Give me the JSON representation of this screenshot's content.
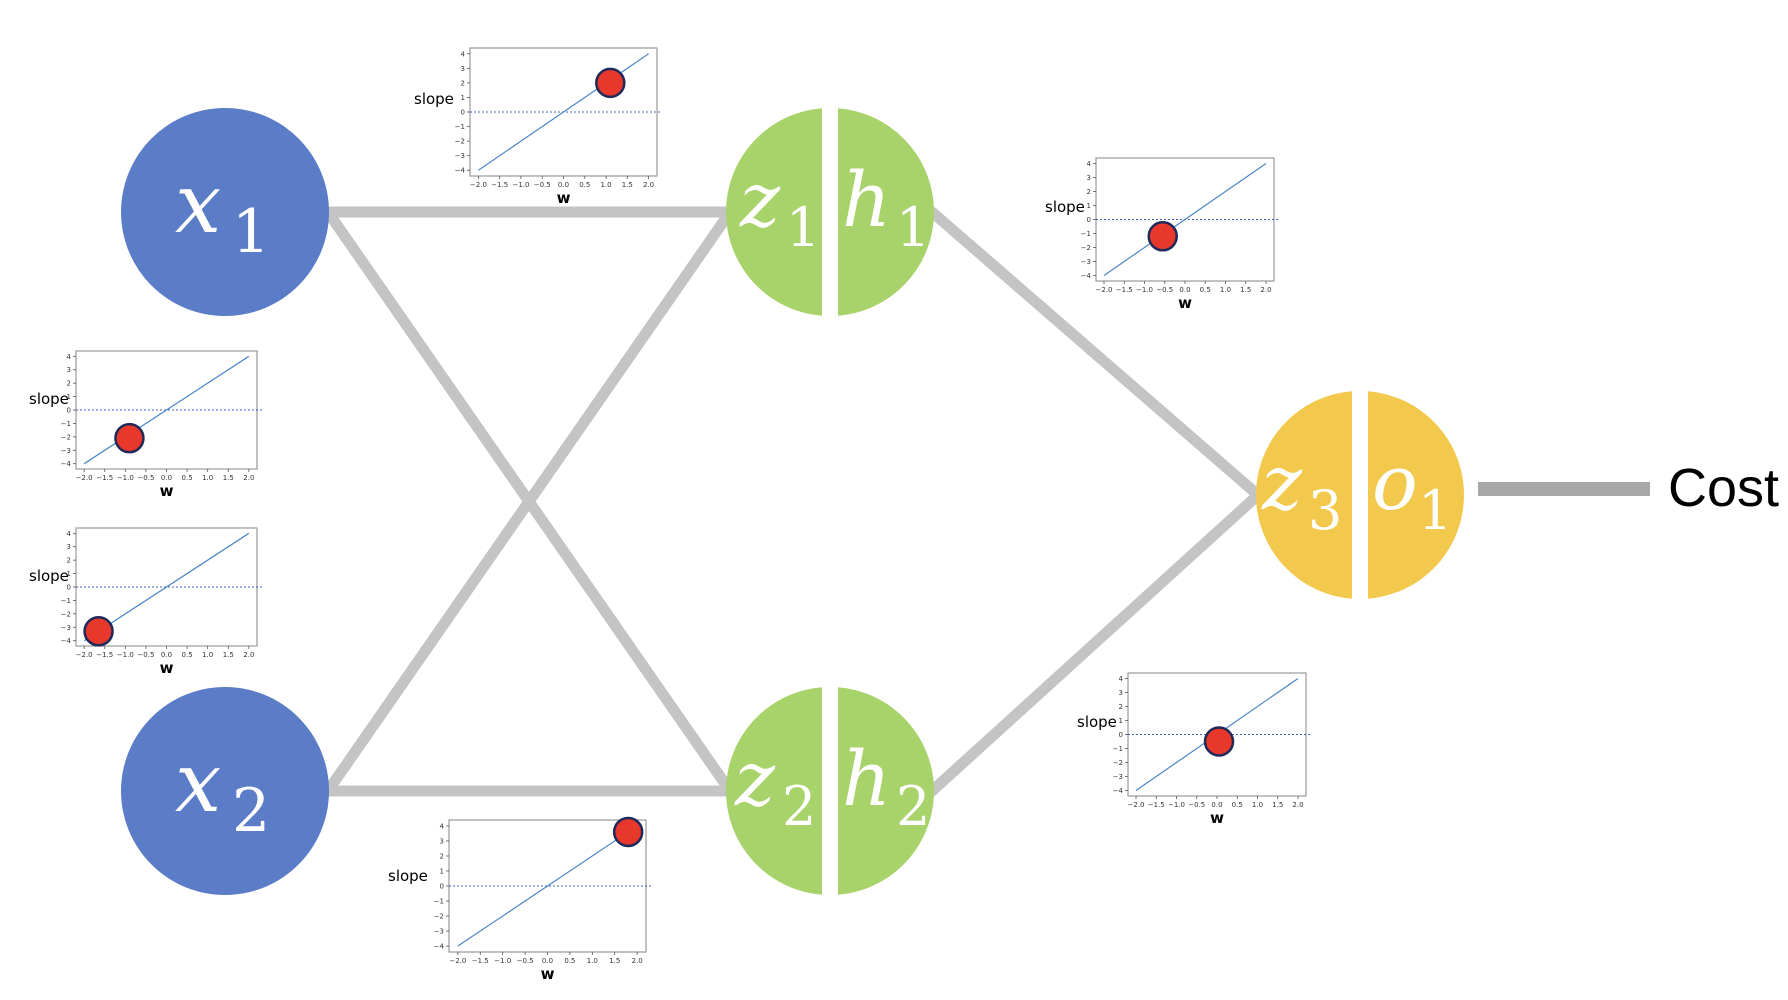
{
  "colors": {
    "input_node": "#5b7cc7",
    "hidden_node": "#a8d26a",
    "output_node": "#f2c94c",
    "edge": "#c4c4c4",
    "marker": "#e8382b",
    "marker_outline": "#1f2a5a",
    "line": "#4a86c8",
    "zero_line": "#3f5fbf"
  },
  "nodes": [
    {
      "id": "x1",
      "symbol": "x",
      "sub": "1",
      "kind": "input"
    },
    {
      "id": "x2",
      "symbol": "x",
      "sub": "2",
      "kind": "input"
    },
    {
      "id": "h1",
      "z_symbol": "z",
      "z_sub": "1",
      "a_symbol": "h",
      "a_sub": "1",
      "kind": "hidden"
    },
    {
      "id": "h2",
      "z_symbol": "z",
      "z_sub": "2",
      "a_symbol": "h",
      "a_sub": "2",
      "kind": "hidden"
    },
    {
      "id": "o1",
      "z_symbol": "z",
      "z_sub": "3",
      "a_symbol": "o",
      "a_sub": "1",
      "kind": "output"
    }
  ],
  "cost_label": "Cost",
  "chart_data": [
    {
      "type": "line",
      "id": "w-x1-h1",
      "ylabel": "slope",
      "xlabel": "w",
      "x_ticks": [
        "−2.0",
        "−1.5",
        "−1.0",
        "−0.5",
        "0.0",
        "0.5",
        "1.0",
        "1.5",
        "2.0"
      ],
      "y_ticks": [
        "4",
        "3",
        "2",
        "1",
        "0",
        "−1",
        "−2",
        "−3",
        "−4"
      ],
      "xlim": [
        -2.0,
        2.0
      ],
      "ylim": [
        -4,
        4
      ],
      "line": {
        "x": [
          -2.0,
          2.0
        ],
        "y": [
          -4,
          4
        ]
      },
      "zero_line": 0,
      "point": {
        "x": 1.1,
        "y": 2.0
      }
    },
    {
      "type": "line",
      "id": "w-x1-h2",
      "ylabel": "slope",
      "xlabel": "w",
      "x_ticks": [
        "−2.0",
        "−1.5",
        "−1.0",
        "−0.5",
        "0.0",
        "0.5",
        "1.0",
        "1.5",
        "2.0"
      ],
      "y_ticks": [
        "4",
        "3",
        "2",
        "1",
        "0",
        "−1",
        "−2",
        "−3",
        "−4"
      ],
      "xlim": [
        -2.0,
        2.0
      ],
      "ylim": [
        -4,
        4
      ],
      "line": {
        "x": [
          -2.0,
          2.0
        ],
        "y": [
          -4,
          4
        ]
      },
      "zero_line": 0,
      "point": {
        "x": -0.9,
        "y": -2.1
      }
    },
    {
      "type": "line",
      "id": "w-x2-h1",
      "ylabel": "slope",
      "xlabel": "w",
      "x_ticks": [
        "−2.0",
        "−1.5",
        "−1.0",
        "−0.5",
        "0.0",
        "0.5",
        "1.0",
        "1.5",
        "2.0"
      ],
      "y_ticks": [
        "4",
        "3",
        "2",
        "1",
        "0",
        "−1",
        "−2",
        "−3",
        "−4"
      ],
      "xlim": [
        -2.0,
        2.0
      ],
      "ylim": [
        -4,
        4
      ],
      "line": {
        "x": [
          -2.0,
          2.0
        ],
        "y": [
          -4,
          4
        ]
      },
      "zero_line": 0,
      "point": {
        "x": -1.65,
        "y": -3.3
      }
    },
    {
      "type": "line",
      "id": "w-x2-h2",
      "ylabel": "slope",
      "xlabel": "w",
      "x_ticks": [
        "−2.0",
        "−1.5",
        "−1.0",
        "−0.5",
        "0.0",
        "0.5",
        "1.0",
        "1.5",
        "2.0"
      ],
      "y_ticks": [
        "4",
        "3",
        "2",
        "1",
        "0",
        "−1",
        "−2",
        "−3",
        "−4"
      ],
      "xlim": [
        -2.0,
        2.0
      ],
      "ylim": [
        -4,
        4
      ],
      "line": {
        "x": [
          -2.0,
          2.0
        ],
        "y": [
          -4,
          4
        ]
      },
      "zero_line": 0,
      "point": {
        "x": 1.8,
        "y": 3.6
      }
    },
    {
      "type": "line",
      "id": "w-h1-o1",
      "ylabel": "slope",
      "xlabel": "w",
      "x_ticks": [
        "−2.0",
        "−1.5",
        "−1.0",
        "−0.5",
        "0.0",
        "0.5",
        "1.0",
        "1.5",
        "2.0"
      ],
      "y_ticks": [
        "4",
        "3",
        "2",
        "1",
        "0",
        "−1",
        "−2",
        "−3",
        "−4"
      ],
      "xlim": [
        -2.0,
        2.0
      ],
      "ylim": [
        -4,
        4
      ],
      "line": {
        "x": [
          -2.0,
          2.0
        ],
        "y": [
          -4,
          4
        ]
      },
      "zero_line": 0,
      "point": {
        "x": -0.55,
        "y": -1.2
      }
    },
    {
      "type": "line",
      "id": "w-h2-o1",
      "ylabel": "slope",
      "xlabel": "w",
      "x_ticks": [
        "−2.0",
        "−1.5",
        "−1.0",
        "−0.5",
        "0.0",
        "0.5",
        "1.0",
        "1.5",
        "2.0"
      ],
      "y_ticks": [
        "4",
        "3",
        "2",
        "1",
        "0",
        "−1",
        "−2",
        "−3",
        "−4"
      ],
      "xlim": [
        -2.0,
        2.0
      ],
      "ylim": [
        -4,
        4
      ],
      "line": {
        "x": [
          -2.0,
          2.0
        ],
        "y": [
          -4,
          4
        ]
      },
      "zero_line": 0,
      "point": {
        "x": 0.05,
        "y": -0.5
      }
    }
  ]
}
